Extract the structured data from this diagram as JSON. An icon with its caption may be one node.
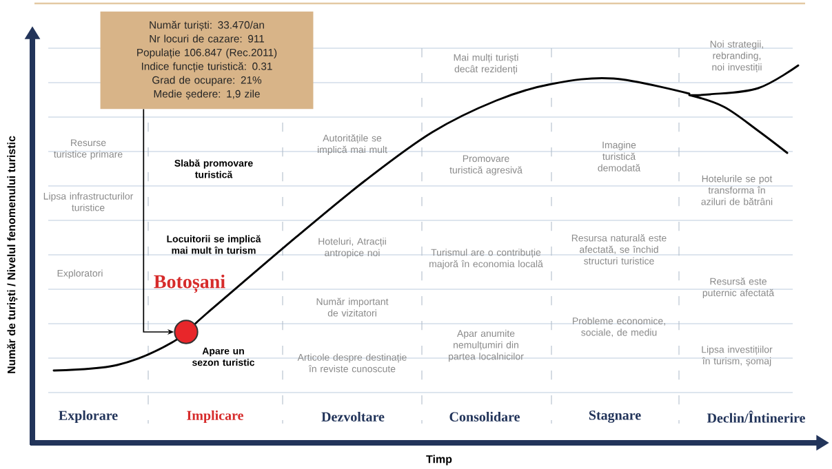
{
  "diagram": {
    "nodes": [
      {
        "text": [
          "Număr turiști: 33.470/an",
          "Nr locuri de cazare: 911",
          "Populație 106.847 (Rec.2011)",
          "Indice funcție turistică: 0.31",
          "Grad de ocupare: 21%",
          "Medie ședere: 1,9 zile"
        ]
      },
      {
        "text": [],
        "shape": "circle",
        "beside": [
          "Botoșani"
        ]
      }
    ],
    "edges": [
      {
        "from": 0,
        "to": 1,
        "arrow": "to"
      }
    ],
    "labels": [
      "Resurse turistice primare",
      "Lipsa infrastructurilor turistice",
      "Exploratori",
      "Slabă promovare turistică",
      "Locuitorii se implică mai mult în turism",
      "Apare un sezon turistic",
      "Autoritățile se implică mai mult",
      "Hoteluri, Atracții antropice noi",
      "Număr important de vizitatori",
      "Articole despre destinație în reviste cunoscute",
      "Mai mulți turiști decât rezidenți",
      "Promovare turistică agresivă",
      "Turismul are o contribuție majoră în economia locală",
      "Apar anumite nemulțumiri din partea localnicilor",
      "Imagine turistică demodată",
      "Resursa naturală este afectată, se închid structuri turistice",
      "Probleme economice, sociale, de mediu",
      "Noi strategii, rebranding, noi investiții",
      "Hotelurile se pot transforma în aziluri de bătrâni",
      "Resursă este puternic afectată",
      "Lipsa investițiilor în turism, șomaj",
      "Explorare",
      "Implicare",
      "Dezvoltare",
      "Consolidare",
      "Stagnare",
      "Declin/Întinerire",
      "Număr de turiști / Nivelul fenomenului turistic",
      "Timp"
    ]
  }
}
